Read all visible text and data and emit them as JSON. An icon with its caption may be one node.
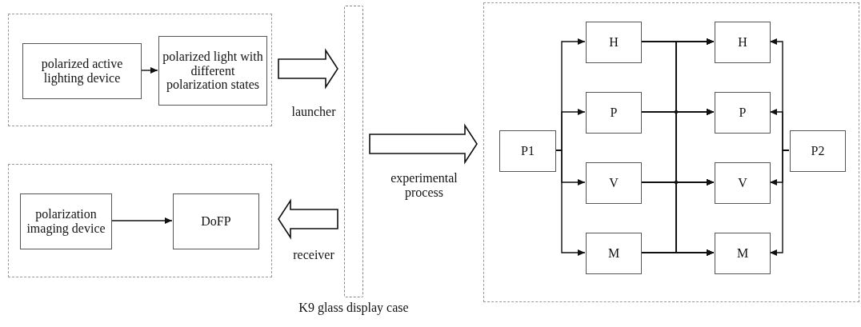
{
  "diagram": {
    "nodes": [
      {
        "text": [],
        "shape": "box"
      },
      {
        "text": [
          "polarized active lighting device"
        ],
        "in": 0
      },
      {
        "text": [
          "polarized light with different polarization states"
        ],
        "in": 0
      },
      {
        "text": [],
        "shape": "box"
      },
      {
        "text": [
          "polarization imaging device"
        ],
        "in": 3
      },
      {
        "text": [
          "DoFP"
        ],
        "in": 3
      },
      {
        "text": [],
        "shape": "bar",
        "beside": [
          "K9 glass display case"
        ]
      },
      {
        "text": [],
        "shape": "box"
      },
      {
        "text": [
          "P1"
        ],
        "in": 7
      },
      {
        "text": [
          "H"
        ],
        "in": 7
      },
      {
        "text": [
          "P"
        ],
        "in": 7
      },
      {
        "text": [
          "V"
        ],
        "in": 7
      },
      {
        "text": [
          "M"
        ],
        "in": 7
      },
      {
        "text": [
          "H"
        ],
        "in": 7
      },
      {
        "text": [
          "P"
        ],
        "in": 7
      },
      {
        "text": [
          "V"
        ],
        "in": 7
      },
      {
        "text": [
          "M"
        ],
        "in": 7
      },
      {
        "text": [
          "P2"
        ],
        "in": 7
      }
    ],
    "edges": [
      {
        "from": 1,
        "to": 2,
        "arrow": "to"
      },
      {
        "from": 4,
        "to": 5,
        "arrow": "to"
      },
      {
        "from": 0,
        "to": 6,
        "arrow": "to",
        "label": "launcher",
        "style": "thick"
      },
      {
        "from": 6,
        "to": 3,
        "arrow": "to",
        "label": "receiver",
        "style": "thick"
      },
      {
        "from": 6,
        "to": 7,
        "arrow": "to",
        "label": "experimental process",
        "style": "thick"
      },
      {
        "from": 8,
        "to": 9,
        "arrow": "to"
      },
      {
        "from": 8,
        "to": 10,
        "arrow": "to"
      },
      {
        "from": 8,
        "to": 11,
        "arrow": "to"
      },
      {
        "from": 8,
        "to": 12,
        "arrow": "to"
      },
      {
        "from": 9,
        "to": 13,
        "arrow": "to"
      },
      {
        "from": 9,
        "to": 14,
        "arrow": "to"
      },
      {
        "from": 9,
        "to": 15,
        "arrow": "to"
      },
      {
        "from": 9,
        "to": 16,
        "arrow": "to"
      },
      {
        "from": 10,
        "to": 13,
        "arrow": "to"
      },
      {
        "from": 10,
        "to": 14,
        "arrow": "to"
      },
      {
        "from": 10,
        "to": 15,
        "arrow": "to"
      },
      {
        "from": 10,
        "to": 16,
        "arrow": "to"
      },
      {
        "from": 11,
        "to": 13,
        "arrow": "to"
      },
      {
        "from": 11,
        "to": 14,
        "arrow": "to"
      },
      {
        "from": 11,
        "to": 15,
        "arrow": "to"
      },
      {
        "from": 11,
        "to": 16,
        "arrow": "to"
      },
      {
        "from": 12,
        "to": 13,
        "arrow": "to"
      },
      {
        "from": 12,
        "to": 14,
        "arrow": "to"
      },
      {
        "from": 12,
        "to": 15,
        "arrow": "to"
      },
      {
        "from": 12,
        "to": 16,
        "arrow": "to"
      },
      {
        "from": 17,
        "to": 13,
        "arrow": "to"
      },
      {
        "from": 17,
        "to": 14,
        "arrow": "to"
      },
      {
        "from": 17,
        "to": 15,
        "arrow": "to"
      },
      {
        "from": 17,
        "to": 16,
        "arrow": "to"
      }
    ]
  }
}
